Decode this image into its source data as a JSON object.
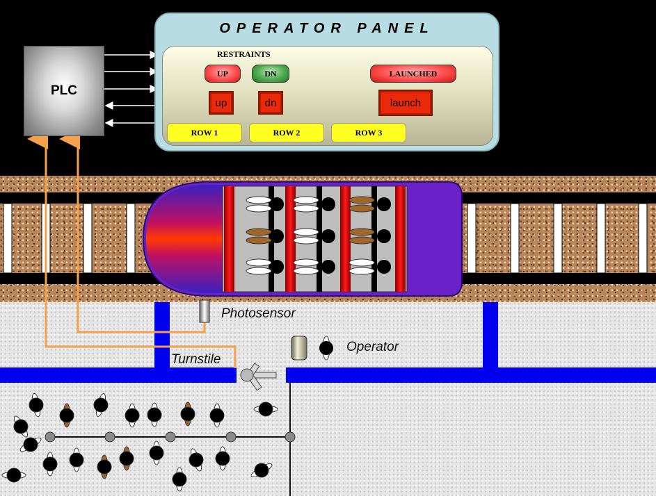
{
  "plc": {
    "label": "PLC"
  },
  "operator_panel": {
    "title": "OPERATOR PANEL",
    "restraints_label": "RESTRAINTS",
    "indicators": {
      "up": "UP",
      "dn": "DN",
      "launched": "LAUNCHED"
    },
    "buttons": {
      "up": "up",
      "dn": "dn",
      "launch": "launch"
    },
    "rows": [
      "ROW 1",
      "ROW 2",
      "ROW 3"
    ]
  },
  "labels": {
    "photosensor": "Photosensor",
    "operator": "Operator",
    "turnstile": "Turnstile"
  },
  "colors": {
    "background": "#000000",
    "panel": "#b7dde3",
    "lamp_red": "#ff3b3b",
    "lamp_green": "#3a9a3a",
    "push_button": "#e82a0a",
    "row_button": "#ffff22",
    "signal_wire": "#f5a04a",
    "barrier": "#0000ee",
    "vehicle": "#6a22c8",
    "rail": "#000000",
    "tie": "#ffffff"
  },
  "icons": [
    "person-icon",
    "photosensor-icon",
    "operator-station-icon",
    "turnstile-icon",
    "queue-rail-icon",
    "signal-arrow-icon"
  ]
}
